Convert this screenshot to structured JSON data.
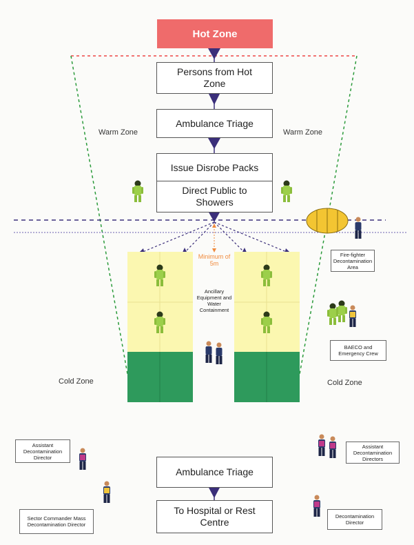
{
  "zones": {
    "hot": "Hot Zone",
    "warm_left": "Warm Zone",
    "warm_right": "Warm Zone",
    "cold_left": "Cold Zone",
    "cold_right": "Cold Zone"
  },
  "flow": {
    "persons": "Persons from Hot Zone",
    "triage_top": "Ambulance Triage",
    "disrobe": "Issue Disrobe Packs",
    "direct": "Direct Public to Showers",
    "triage_bottom": "Ambulance Triage",
    "hospital": "To Hospital or Rest Centre"
  },
  "labels": {
    "minimum": "Minimum of 5m",
    "ancillary": "Ancillary Equipment and Water Containment",
    "firefighter": "Fire-fighter Decontamination Area",
    "baeco": "BAECO and Emergency Crew",
    "assistant_left": "Assistant Decontamination Director",
    "assistant_right": "Assistant Decontamination Directors",
    "sector": "Sector Commander Mass Decontamination Director",
    "decon_director": "Decontamination Director"
  },
  "colors": {
    "hot": "#ef6b6b",
    "warm_tent": "#fbf7b0",
    "cold_tent": "#2e9a5c",
    "suit": "#9ccf4a",
    "arrow": "#3b2f7a"
  },
  "icons": [
    "chemical-suit-icon",
    "person-icon",
    "decon-tent-icon",
    "arrow-icon"
  ]
}
